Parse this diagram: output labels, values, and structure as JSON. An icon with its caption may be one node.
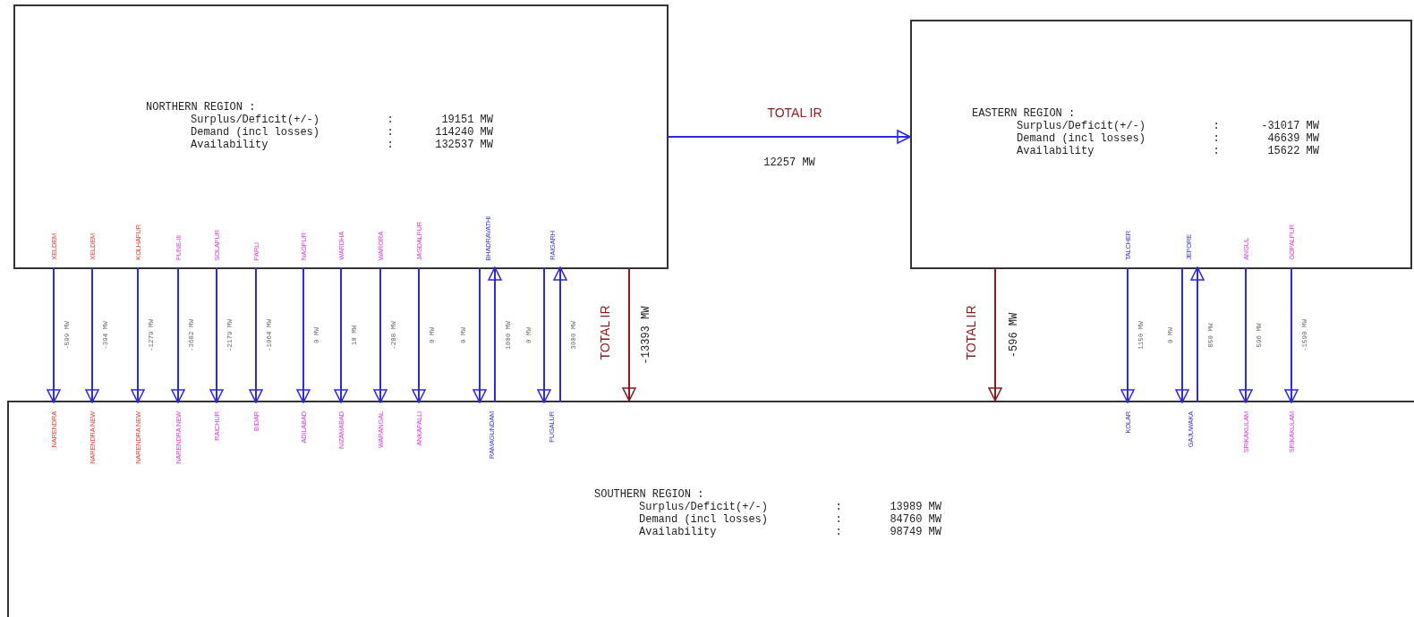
{
  "diagram": {
    "nodes": [
      {
        "text": [
          "NORTHERN REGION :",
          "Surplus/Deficit(+/-)",
          ":",
          "19151 MW",
          "Demand (incl losses)",
          ":",
          "114240 MW",
          "Availability",
          ":",
          "132537 MW"
        ]
      },
      {
        "text": [
          "EASTERN REGION :",
          "Surplus/Deficit(+/-)",
          ":",
          "-31017 MW",
          "Demand (incl losses)",
          ":",
          "46639 MW",
          "Availability",
          ":",
          "15622 MW"
        ]
      },
      {
        "text": [
          "SOUTHERN REGION :",
          "Surplus/Deficit(+/-)",
          ":",
          "13989 MW",
          "Demand (incl losses)",
          ":",
          "84760 MW",
          "Availability",
          ":",
          "98749 MW"
        ]
      },
      {
        "text": [
          "XELDEM"
        ],
        "in": 0
      },
      {
        "text": [
          "XELDEM"
        ],
        "in": 0
      },
      {
        "text": [
          "KOLHAPUR"
        ],
        "in": 0
      },
      {
        "text": [
          "PUNE-III"
        ],
        "in": 0
      },
      {
        "text": [
          "SOLAPUR"
        ],
        "in": 0
      },
      {
        "text": [
          "PARLI"
        ],
        "in": 0
      },
      {
        "text": [
          "NAGPUR"
        ],
        "in": 0
      },
      {
        "text": [
          "WARDHA"
        ],
        "in": 0
      },
      {
        "text": [
          "WARORA"
        ],
        "in": 0
      },
      {
        "text": [
          "JAGDALPUR"
        ],
        "in": 0
      },
      {
        "text": [
          "BHADRAVATHI"
        ],
        "in": 0
      },
      {
        "text": [
          "RAIGARH"
        ],
        "in": 0
      },
      {
        "text": [
          "TALCHER"
        ],
        "in": 1
      },
      {
        "text": [
          "JEPORE"
        ],
        "in": 1
      },
      {
        "text": [
          "ANGUL"
        ],
        "in": 1
      },
      {
        "text": [
          "GOPALPUR"
        ],
        "in": 1
      },
      {
        "text": [
          "NARENDRA"
        ],
        "in": 2
      },
      {
        "text": [
          "NARENDRA NEW"
        ],
        "in": 2
      },
      {
        "text": [
          "NARENDRA NEW"
        ],
        "in": 2
      },
      {
        "text": [
          "NARENDRA NEW"
        ],
        "in": 2
      },
      {
        "text": [
          "RAICHUR"
        ],
        "in": 2
      },
      {
        "text": [
          "BIDAR"
        ],
        "in": 2
      },
      {
        "text": [
          "ADILABAD"
        ],
        "in": 2
      },
      {
        "text": [
          "NIZAMABAD"
        ],
        "in": 2
      },
      {
        "text": [
          "WARANGAL"
        ],
        "in": 2
      },
      {
        "text": [
          "ANKAPALLI"
        ],
        "in": 2
      },
      {
        "text": [
          "RAMAGUNDAM"
        ],
        "in": 2
      },
      {
        "text": [
          "PUGALUR"
        ],
        "in": 2
      },
      {
        "text": [
          "KOLAR"
        ],
        "in": 2
      },
      {
        "text": [
          "GAJUWAKA"
        ],
        "in": 2
      },
      {
        "text": [
          "SRIKAKULAM"
        ],
        "in": 2
      },
      {
        "text": [
          "SRIKAKULAM"
        ],
        "in": 2
      }
    ],
    "edges": [
      {
        "from": 0,
        "to": 1,
        "arrow": "to",
        "label": "12257 MW"
      },
      {
        "from": 3,
        "to": 19,
        "arrow": "to",
        "label": "-599 MW"
      },
      {
        "from": 4,
        "to": 20,
        "arrow": "to",
        "label": "-394 MW"
      },
      {
        "from": 5,
        "to": 21,
        "arrow": "to",
        "label": "-1279 MW"
      },
      {
        "from": 6,
        "to": 22,
        "arrow": "to",
        "label": "-3682 MW"
      },
      {
        "from": 7,
        "to": 23,
        "arrow": "to",
        "label": "-2179 MW"
      },
      {
        "from": 8,
        "to": 24,
        "arrow": "to",
        "label": "-1064 MW"
      },
      {
        "from": 9,
        "to": 25,
        "arrow": "to",
        "label": "0 MW"
      },
      {
        "from": 10,
        "to": 26,
        "arrow": "to",
        "label": "10 MW"
      },
      {
        "from": 11,
        "to": 27,
        "arrow": "to",
        "label": "-288 MW"
      },
      {
        "from": 12,
        "to": 28,
        "arrow": "to",
        "label": "0 MW"
      },
      {
        "from": 13,
        "to": 29,
        "arrow": "to",
        "label": "0 MW"
      },
      {
        "from": 29,
        "to": 13,
        "arrow": "to",
        "label": "1000 MW"
      },
      {
        "from": 14,
        "to": 30,
        "arrow": "to",
        "label": "0 MW"
      },
      {
        "from": 30,
        "to": 14,
        "arrow": "to",
        "label": "3000 MW"
      },
      {
        "from": 0,
        "to": 2,
        "arrow": "to",
        "label": "-13393 MW",
        "color": "#8b1a1a"
      },
      {
        "from": 1,
        "to": 2,
        "arrow": "to",
        "label": "-596 MW",
        "color": "#8b1a1a"
      },
      {
        "from": 15,
        "to": 31,
        "arrow": "to",
        "label": "1150 MW"
      },
      {
        "from": 16,
        "to": 32,
        "arrow": "to",
        "label": "0 MW"
      },
      {
        "from": 32,
        "to": 16,
        "arrow": "to",
        "label": "850 MW"
      },
      {
        "from": 17,
        "to": 33,
        "arrow": "to",
        "label": "596 MW"
      },
      {
        "from": 18,
        "to": 34,
        "arrow": "to",
        "label": "-1590 MW"
      }
    ],
    "labels": [
      "TOTAL IR",
      "TOTAL IR",
      "TOTAL IR"
    ]
  }
}
